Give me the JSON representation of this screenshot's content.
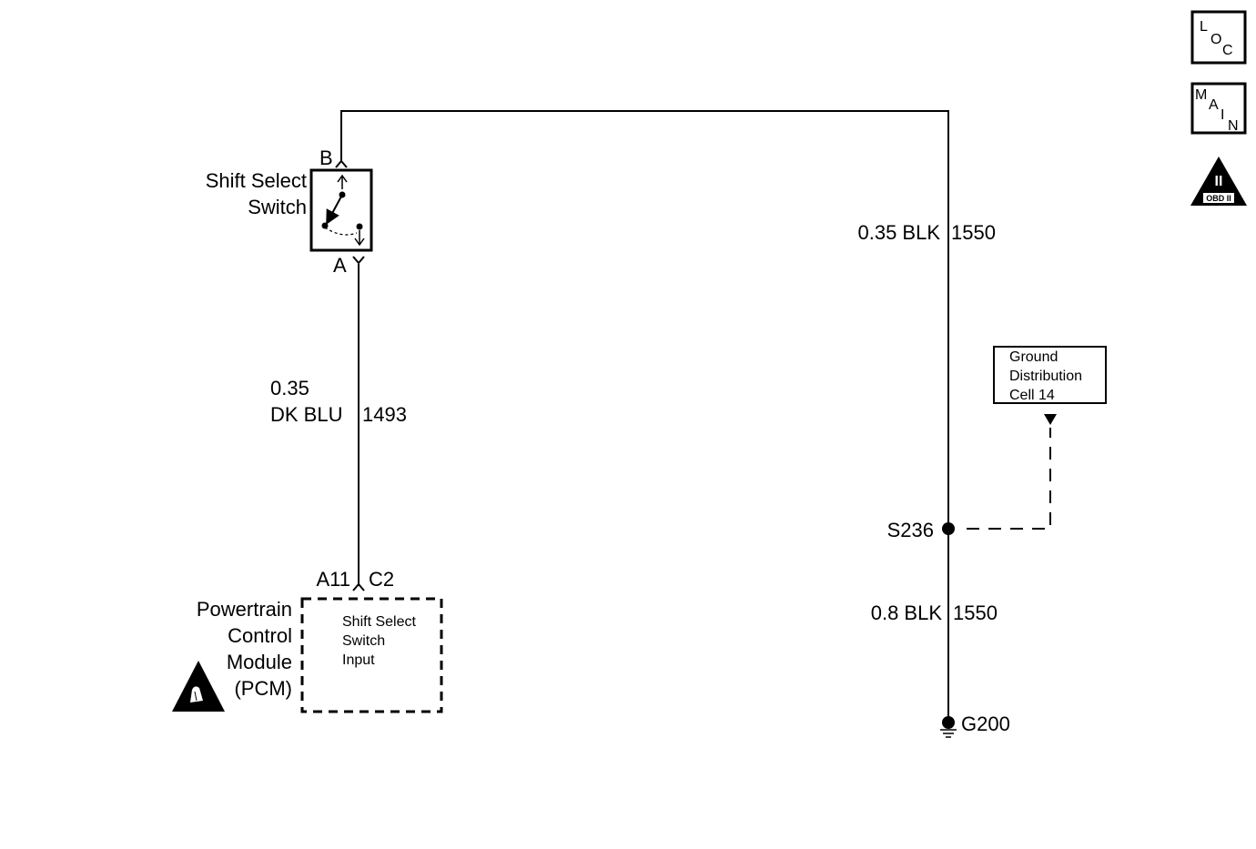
{
  "side_icons": {
    "loc": [
      "L",
      "O",
      "C"
    ],
    "main": [
      "M",
      "A",
      "I",
      "N"
    ],
    "obd": {
      "numeral": "II",
      "caption": "OBD II"
    }
  },
  "switch": {
    "name_line1": "Shift Select",
    "name_line2": "Switch",
    "terminal_top": "B",
    "terminal_bottom": "A"
  },
  "wire_left": {
    "gauge": "0.35",
    "color": "DK BLU",
    "circuit": "1493"
  },
  "wire_right_top": {
    "label": "0.35 BLK",
    "circuit": "1550"
  },
  "wire_right_bottom": {
    "label": "0.8 BLK",
    "circuit": "1550"
  },
  "splice": {
    "label": "S236"
  },
  "ground": {
    "label": "G200"
  },
  "ground_ref": {
    "line1": "Ground",
    "line2": "Distribution",
    "line3": "Cell 14"
  },
  "pcm": {
    "pin": "A11",
    "connector": "C2",
    "name_line1": "Powertrain",
    "name_line2": "Control",
    "name_line3": "Module",
    "name_line4": "(PCM)",
    "input_line1": "Shift Select",
    "input_line2": "Switch",
    "input_line3": "Input"
  }
}
